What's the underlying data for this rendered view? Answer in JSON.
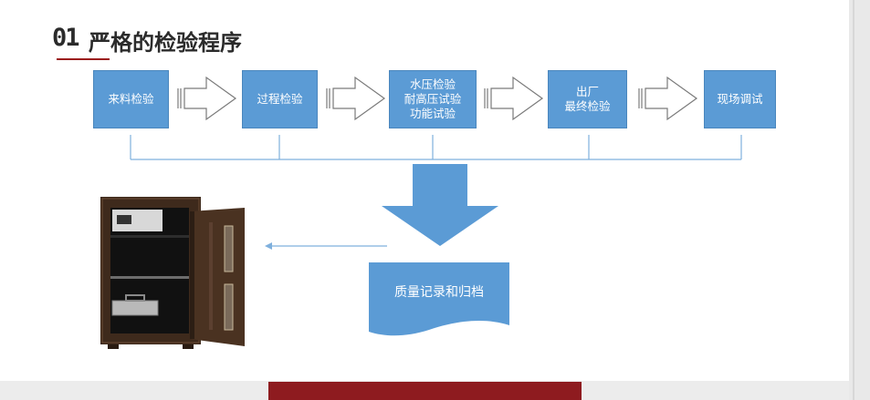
{
  "title": {
    "number": "01",
    "text": "严格的检验程序"
  },
  "steps": [
    {
      "label": "来料检验"
    },
    {
      "label": "过程检验"
    },
    {
      "label": "水压检验\n耐高压试验\n功能试验"
    },
    {
      "label": "出厂\n最终检验"
    },
    {
      "label": "现场调试"
    }
  ],
  "document": {
    "label": "质量记录和归档"
  },
  "colors": {
    "step_fill": "#5b9bd5",
    "accent_red": "#8e1b1f",
    "connector": "#5b9bd5",
    "arrow_outline": "#7a7a7a"
  }
}
